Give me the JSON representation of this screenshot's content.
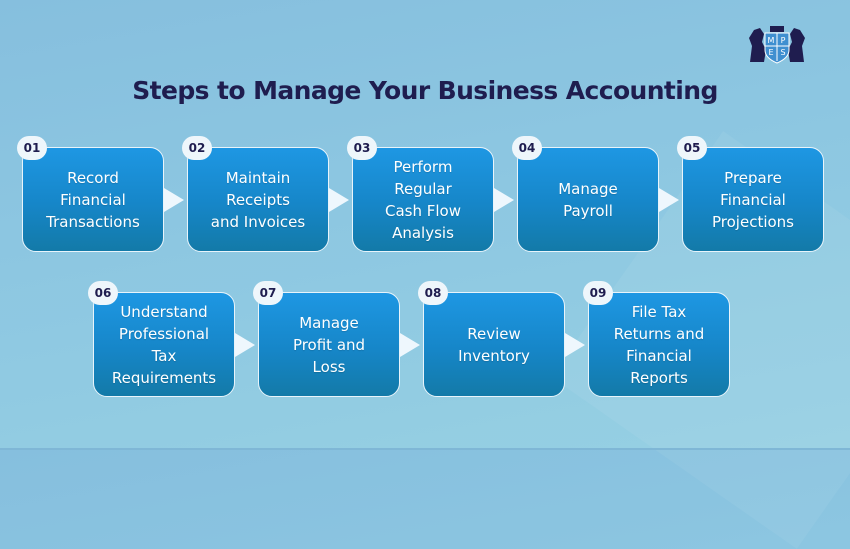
{
  "title": "Steps to Manage Your Business Accounting",
  "logo": {
    "letters": [
      "M",
      "P",
      "E",
      "S"
    ],
    "colors": {
      "navy": "#1f1d4f",
      "shield": "#3f8fd0"
    }
  },
  "colors": {
    "box": "#1686c8",
    "title": "#1f1d4f",
    "badge_bg": "#eef6fb",
    "arrow": "#eef7fd"
  },
  "steps": [
    {
      "number": "01",
      "label": "Record\nFinancial\nTransactions"
    },
    {
      "number": "02",
      "label": "Maintain\nReceipts\nand Invoices"
    },
    {
      "number": "03",
      "label": "Perform\nRegular\nCash Flow\nAnalysis"
    },
    {
      "number": "04",
      "label": "Manage\nPayroll"
    },
    {
      "number": "05",
      "label": "Prepare\nFinancial\nProjections"
    },
    {
      "number": "06",
      "label": "Understand\nProfessional\nTax\nRequirements"
    },
    {
      "number": "07",
      "label": "Manage\nProfit and\nLoss"
    },
    {
      "number": "08",
      "label": "Review\nInventory"
    },
    {
      "number": "09",
      "label": "File Tax\nReturns and\nFinancial\nReports"
    }
  ]
}
